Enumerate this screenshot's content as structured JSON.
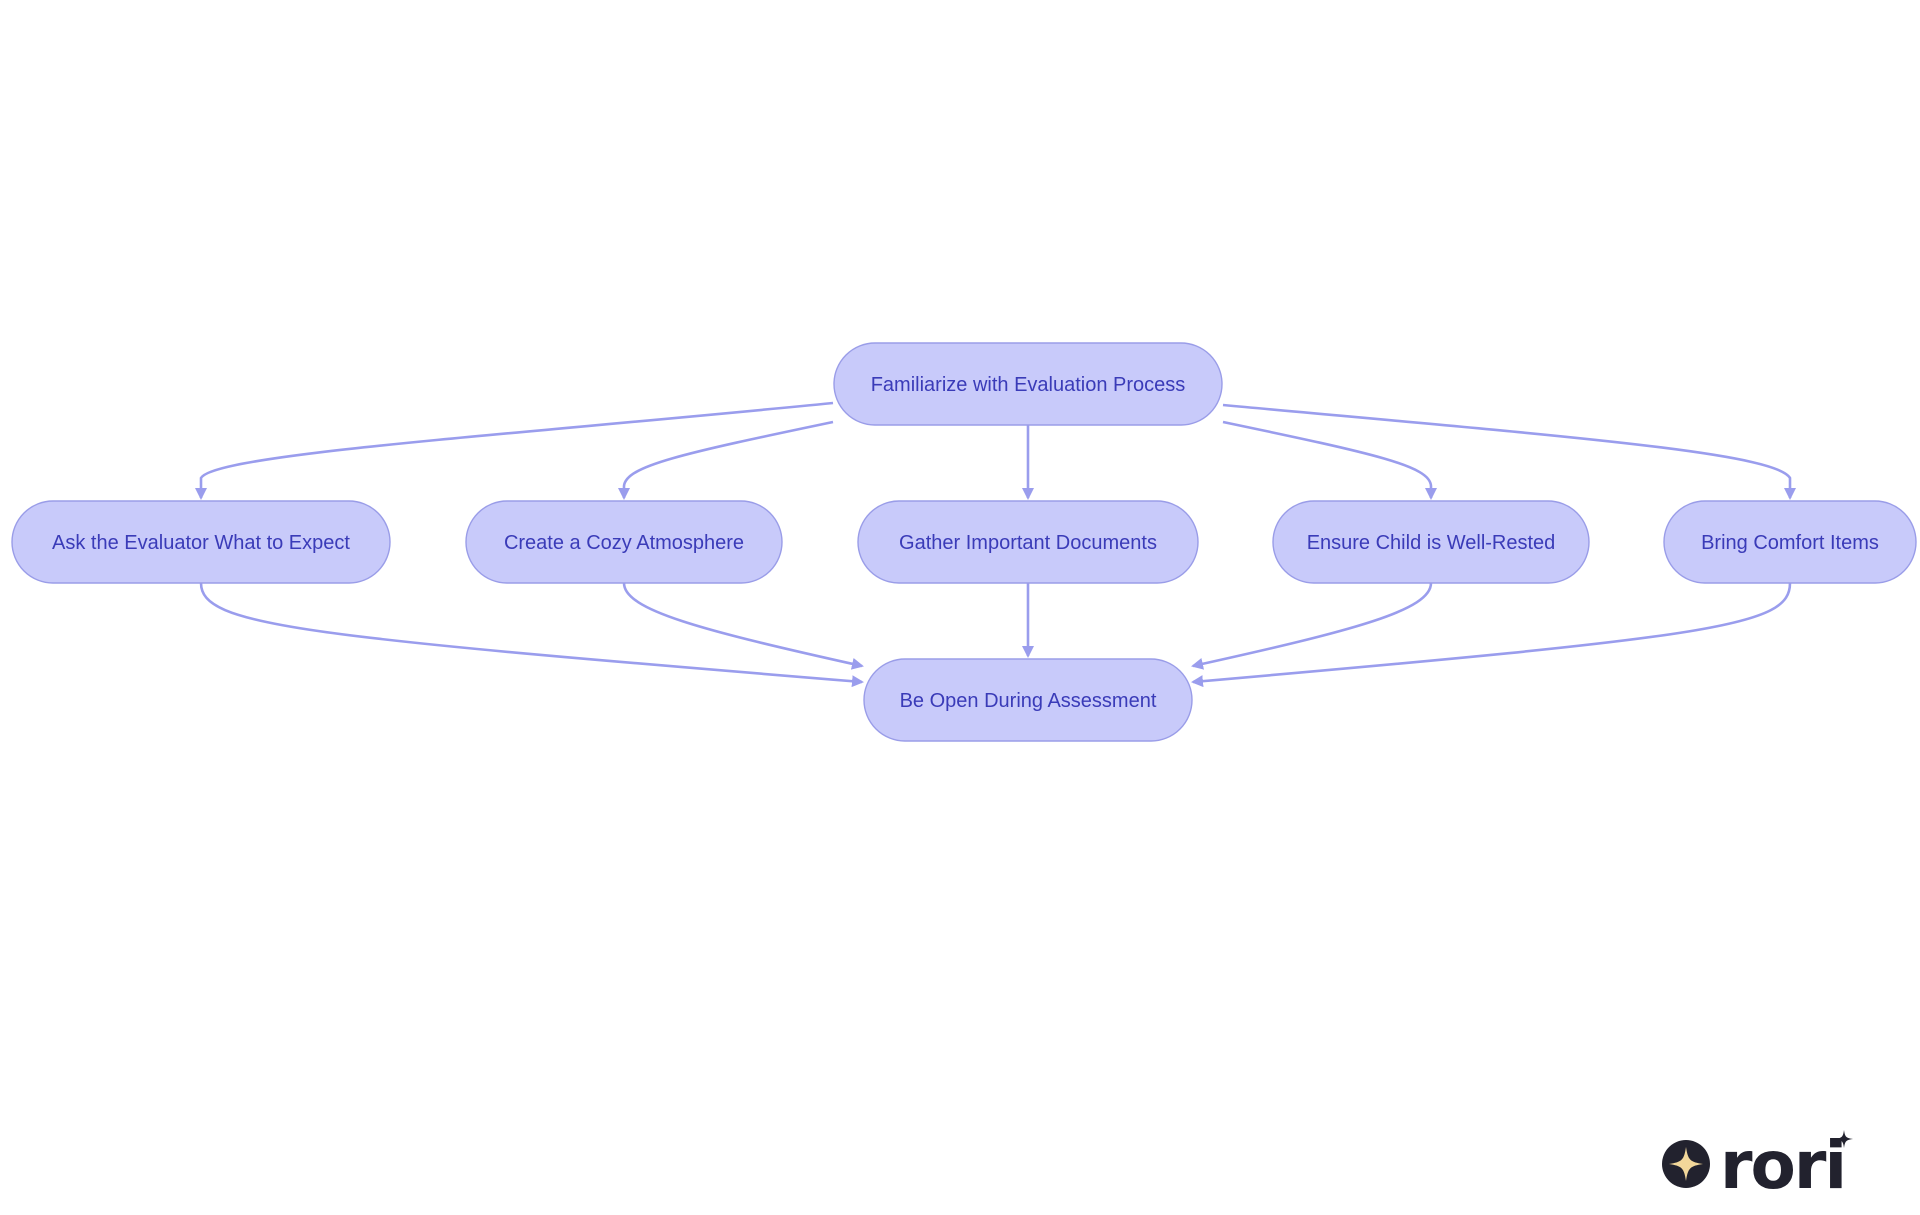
{
  "diagram": {
    "type": "flowchart",
    "colors": {
      "node_fill": "#c8cafa",
      "node_stroke": "#9a9de8",
      "node_text": "#3a3bb8",
      "edge": "#9a9ded",
      "logo_dark": "#22222e",
      "logo_star": "#f2d79a"
    },
    "nodes": [
      {
        "id": "familiarize",
        "label": "Familiarize with Evaluation Process"
      },
      {
        "id": "ask",
        "label": "Ask the Evaluator What to Expect"
      },
      {
        "id": "cozy",
        "label": "Create a Cozy Atmosphere"
      },
      {
        "id": "documents",
        "label": "Gather Important Documents"
      },
      {
        "id": "rested",
        "label": "Ensure Child is Well-Rested"
      },
      {
        "id": "comfort",
        "label": "Bring Comfort Items"
      },
      {
        "id": "open",
        "label": "Be Open During Assessment"
      }
    ],
    "edges": [
      {
        "from": "familiarize",
        "to": "ask"
      },
      {
        "from": "familiarize",
        "to": "cozy"
      },
      {
        "from": "familiarize",
        "to": "documents"
      },
      {
        "from": "familiarize",
        "to": "rested"
      },
      {
        "from": "familiarize",
        "to": "comfort"
      },
      {
        "from": "ask",
        "to": "open"
      },
      {
        "from": "cozy",
        "to": "open"
      },
      {
        "from": "documents",
        "to": "open"
      },
      {
        "from": "rested",
        "to": "open"
      },
      {
        "from": "comfort",
        "to": "open"
      }
    ]
  },
  "logo": {
    "icon": "four-point-star-icon",
    "text": "rori"
  }
}
